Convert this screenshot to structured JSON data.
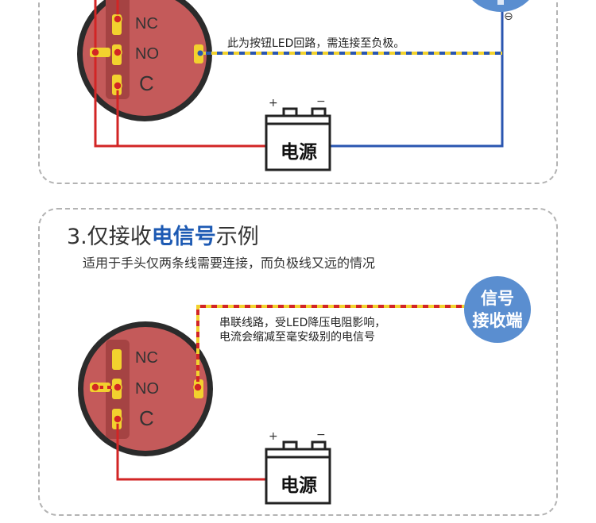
{
  "top_panel": {
    "switch_labels": {
      "nc": "NC",
      "no": "NO",
      "c": "C"
    },
    "led_note": "此为按钮LED回路，需连接至负极。",
    "battery_label": "电源",
    "battery_plus": "+",
    "battery_minus": "−",
    "load_minus": "⊖"
  },
  "bottom_panel": {
    "title_prefix": "3.仅接收",
    "title_highlight": "电信号",
    "title_suffix": "示例",
    "subtitle": "适用于手头仅两条线需要连接，而负极线又远的情况",
    "receiver_line1": "信号",
    "receiver_line2": "接收端",
    "note_line1": "串联线路，受LED降压电阻影响，",
    "note_line2": "电流会缩减至毫安级别的电信号",
    "switch_labels": {
      "nc": "NC",
      "no": "NO",
      "c": "C"
    },
    "battery_label": "电源",
    "battery_plus": "+",
    "battery_minus": "−"
  },
  "colors": {
    "switch_body": "#c45a5a",
    "switch_ring": "#333333",
    "red_wire": "#d22525",
    "blue_wire": "#2a56b0",
    "yellow_dash": "#f2d22e",
    "receiver_blue": "#5a8ed0",
    "panel_border": "#b3b3b3",
    "title_highlight": "#1d5ab3"
  }
}
